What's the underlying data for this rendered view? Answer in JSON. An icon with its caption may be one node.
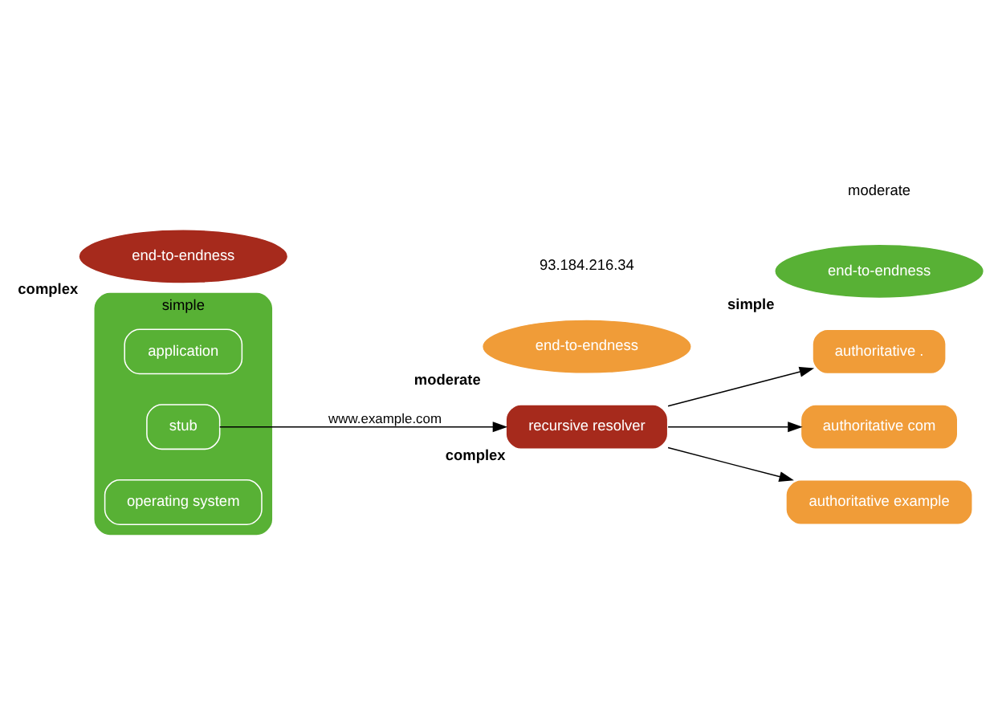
{
  "diagram": {
    "nodes": [
      {
        "text": [
          "simple"
        ]
      },
      {
        "text": [
          "application"
        ],
        "in": 0
      },
      {
        "text": [
          "stub"
        ],
        "in": 0
      },
      {
        "text": [
          "operating system"
        ],
        "in": 0
      },
      {
        "text": [
          "complex",
          "recursive resolver"
        ]
      },
      {
        "text": [
          "authoritative ."
        ]
      },
      {
        "text": [
          "authoritative com"
        ]
      },
      {
        "text": [
          "authoritative example"
        ]
      },
      {
        "text": [
          "end-to-endness"
        ],
        "beside": [
          "complex"
        ]
      },
      {
        "text": [
          "end-to-endness"
        ],
        "beside": [
          "moderate"
        ]
      },
      {
        "text": [
          "end-to-endness"
        ],
        "beside": [
          "simple"
        ]
      }
    ],
    "edges": [
      {
        "from": 2,
        "to": 4,
        "arrow": "to",
        "label": "www.example.com"
      },
      {
        "from": 4,
        "to": 5,
        "arrow": "to"
      },
      {
        "from": 4,
        "to": 6,
        "arrow": "to"
      },
      {
        "from": 4,
        "to": 7,
        "arrow": "to"
      }
    ],
    "labels": [
      "moderate",
      "93.184.216.34"
    ]
  }
}
